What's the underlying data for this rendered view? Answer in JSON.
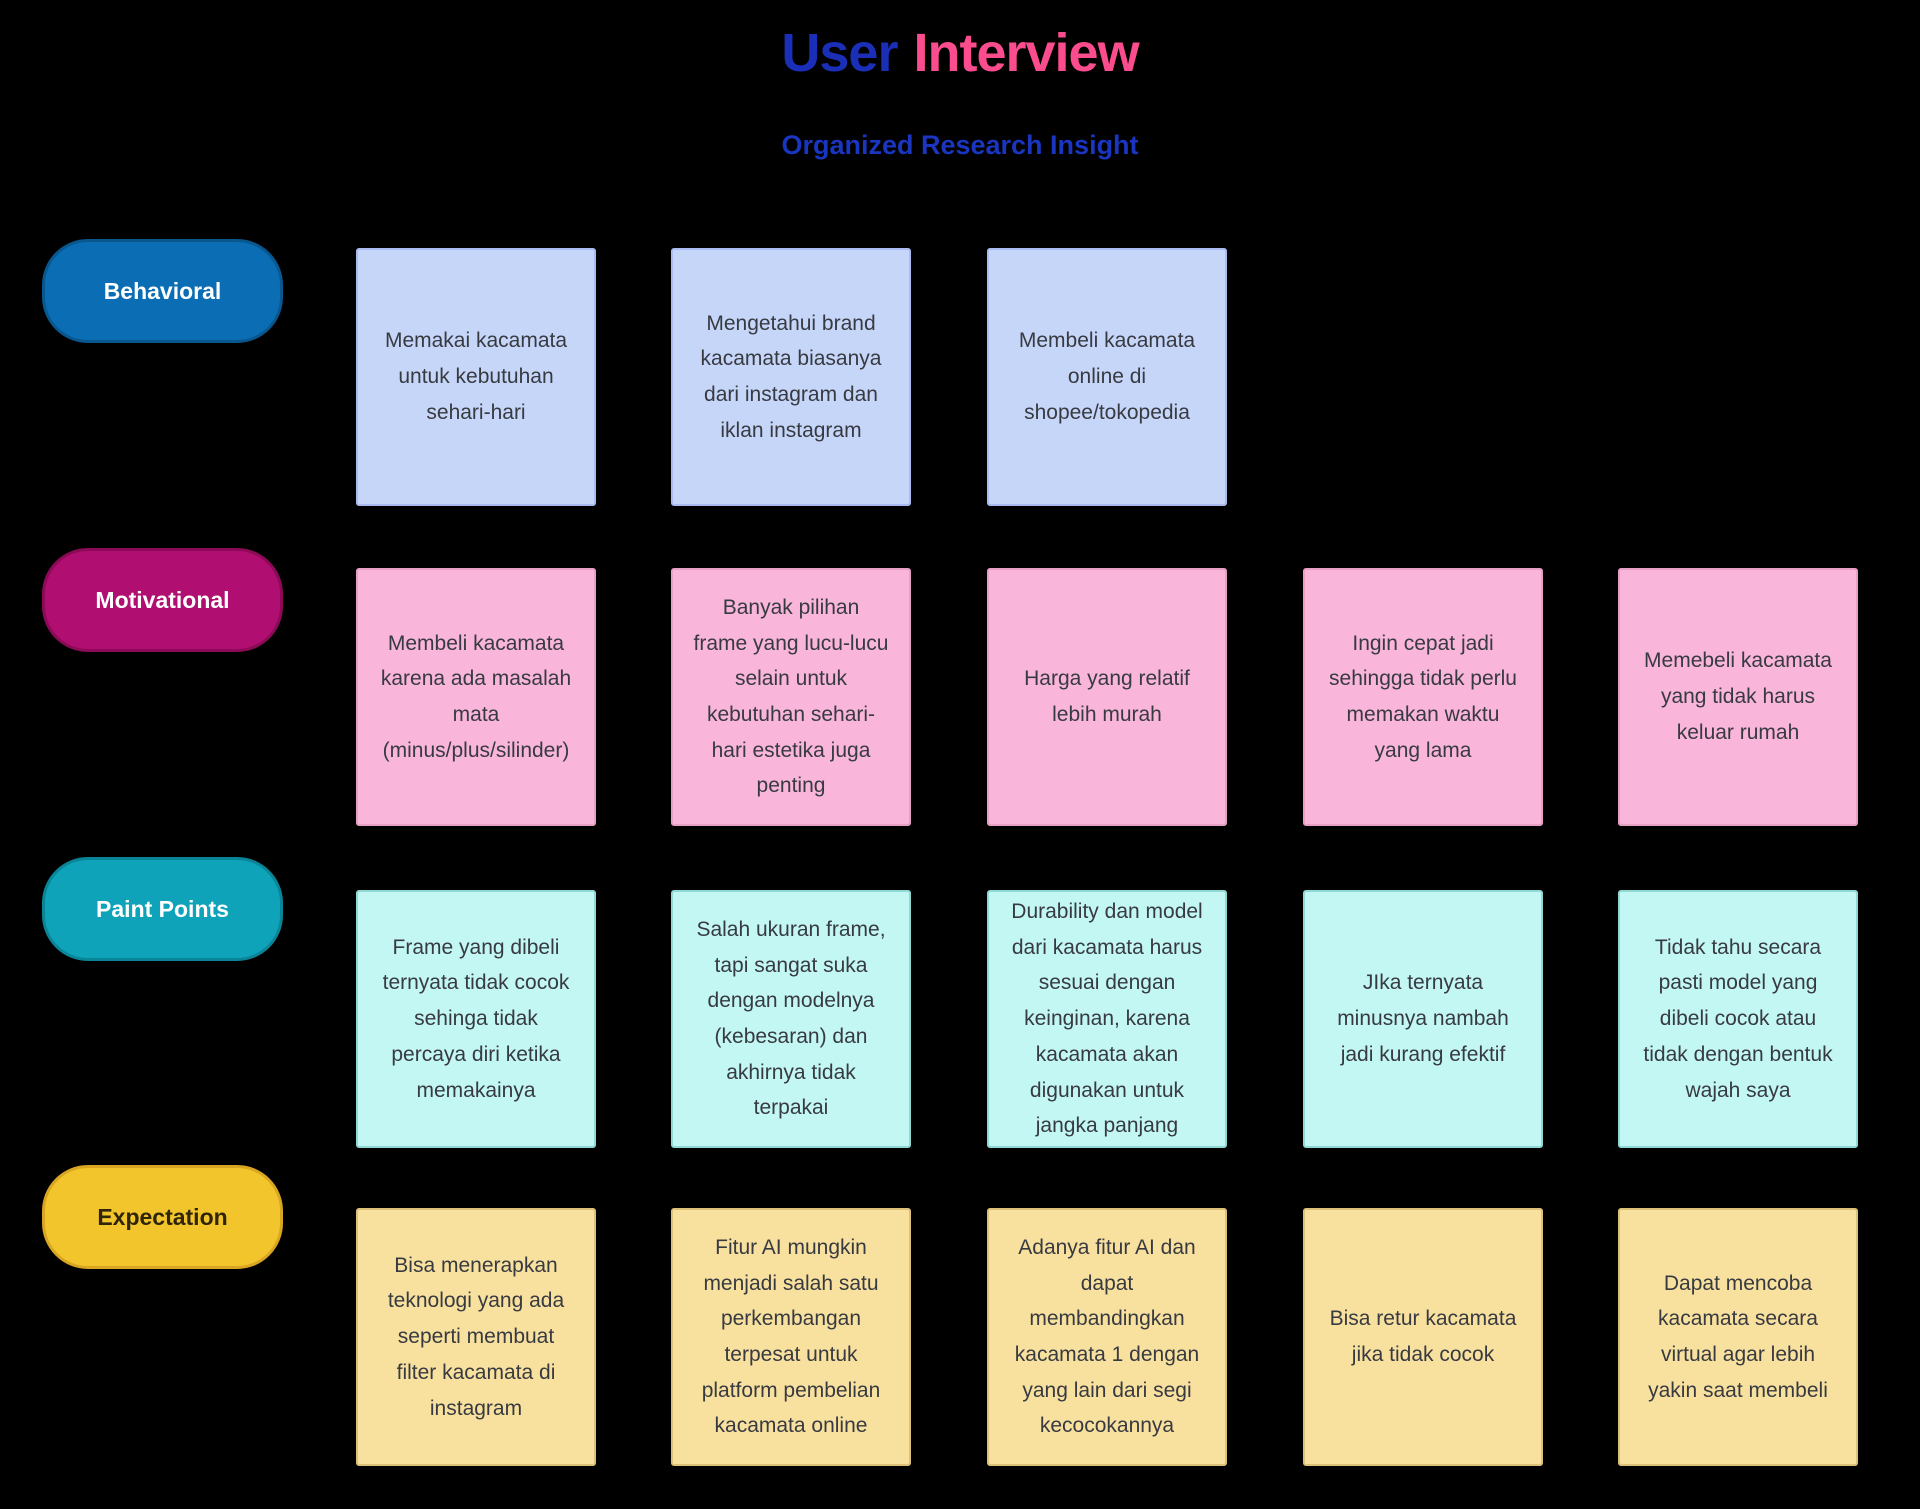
{
  "header": {
    "title_part1": "User",
    "title_part2": "Interview",
    "subtitle": "Organized Research Insight",
    "title_part1_color": "#1a2eb8",
    "title_part2_color": "#fb4d8d",
    "subtitle_color": "#1a35c0"
  },
  "board": {
    "background": "#000000",
    "rows": [
      {
        "label": "Behavioral",
        "label_bg": "#0b6db4",
        "label_text_color": "#ffffff",
        "note_bg": "#c6d6f9",
        "notes": [
          "Memakai kacamata untuk kebutuhan sehari-hari",
          "Mengetahui brand kacamata biasanya dari instagram dan iklan instagram",
          "Membeli kacamata online di shopee/tokopedia"
        ]
      },
      {
        "label": "Motivational",
        "label_bg": "#b00e70",
        "label_text_color": "#ffffff",
        "note_bg": "#f9b5da",
        "notes": [
          "Membeli kacamata karena ada masalah mata (minus/plus/silinder)",
          "Banyak pilihan frame yang lucu-lucu selain untuk kebutuhan sehari-hari estetika juga penting",
          "Harga yang relatif lebih murah",
          "Ingin cepat jadi sehingga tidak perlu memakan waktu yang lama",
          "Memebeli kacamata yang tidak harus keluar rumah"
        ]
      },
      {
        "label": "Paint Points",
        "label_bg": "#0fa3ba",
        "label_text_color": "#ffffff",
        "note_bg": "#c2f7f3",
        "notes": [
          "Frame yang dibeli ternyata tidak cocok sehinga tidak percaya diri ketika memakainya",
          "Salah ukuran frame, tapi sangat suka dengan modelnya (kebesaran) dan akhirnya tidak terpakai",
          "Durability dan model dari kacamata harus sesuai dengan keinginan, karena kacamata akan digunakan untuk jangka panjang",
          "JIka ternyata minusnya nambah jadi kurang efektif",
          "Tidak tahu secara pasti model yang dibeli cocok atau tidak dengan bentuk wajah saya"
        ]
      },
      {
        "label": "Expectation",
        "label_bg": "#f3c52d",
        "label_text_color": "#2f2508",
        "note_bg": "#f8e19e",
        "notes": [
          "Bisa menerapkan teknologi yang ada seperti membuat filter kacamata di instagram",
          "Fitur AI mungkin menjadi salah satu perkembangan terpesat untuk platform pembelian kacamata online",
          "Adanya fitur AI dan dapat membandingkan kacamata 1 dengan yang lain dari segi kecocokannya",
          "Bisa retur kacamata jika tidak cocok",
          "Dapat mencoba kacamata secara virtual agar lebih yakin saat membeli"
        ]
      }
    ]
  }
}
